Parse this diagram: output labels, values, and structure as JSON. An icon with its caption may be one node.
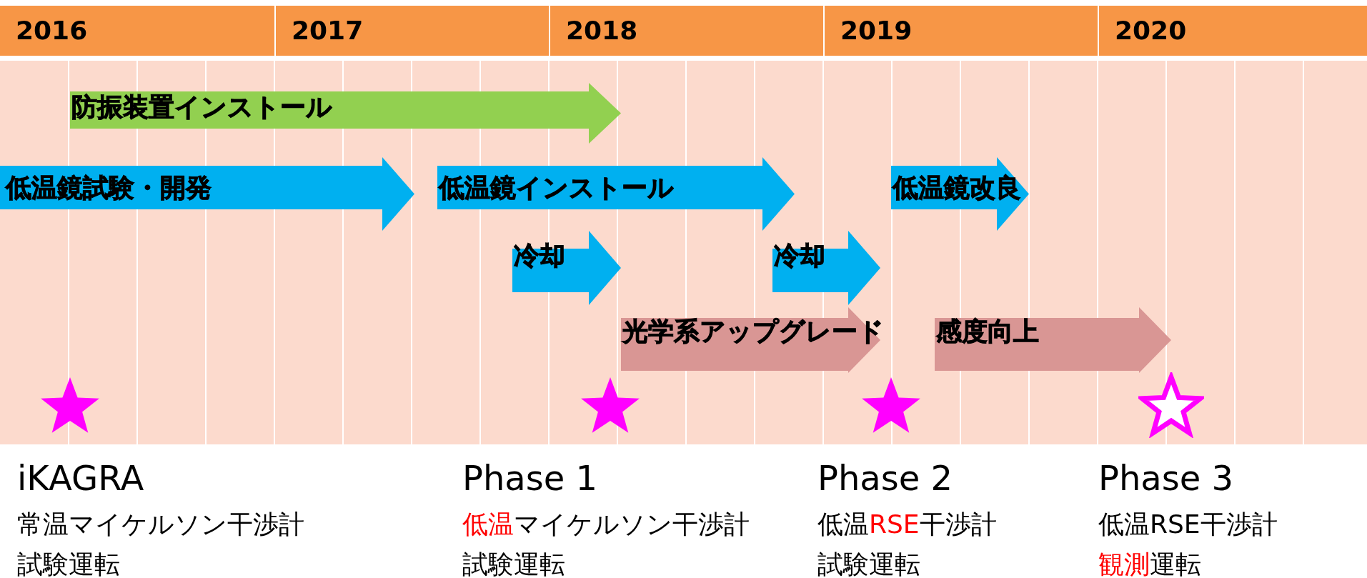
{
  "diagram": {
    "nodes": [
      {
        "text": [
          "2016"
        ]
      },
      {
        "text": [
          "2017"
        ]
      },
      {
        "text": [
          "2018"
        ]
      },
      {
        "text": [
          "2019"
        ]
      },
      {
        "text": [
          "2020"
        ]
      },
      {
        "text": [
          "防振装置インストール"
        ]
      },
      {
        "text": [
          "低温鏡試験・開発"
        ]
      },
      {
        "text": [
          "低温鏡インストール"
        ]
      },
      {
        "text": [
          "冷却"
        ]
      },
      {
        "text": [
          "冷却"
        ]
      },
      {
        "text": [
          "低温鏡改良"
        ]
      },
      {
        "text": [
          "光学系アップグレード"
        ]
      },
      {
        "text": [
          "感度向上"
        ]
      },
      {
        "text": [],
        "shape": "star"
      },
      {
        "text": [],
        "shape": "star"
      },
      {
        "text": [],
        "shape": "star"
      },
      {
        "text": [],
        "shape": "star"
      }
    ],
    "labels": [
      "iKAGRA",
      "常温マイケルソン干渉計",
      "試験運転",
      "Phase 1",
      "**低温**マイケルソン干渉計",
      "試験運転",
      "Phase 2",
      "低温**RSE**干渉計",
      "試験運転",
      "Phase 3",
      "低温RSE干渉計",
      "**観測**運転"
    ]
  }
}
